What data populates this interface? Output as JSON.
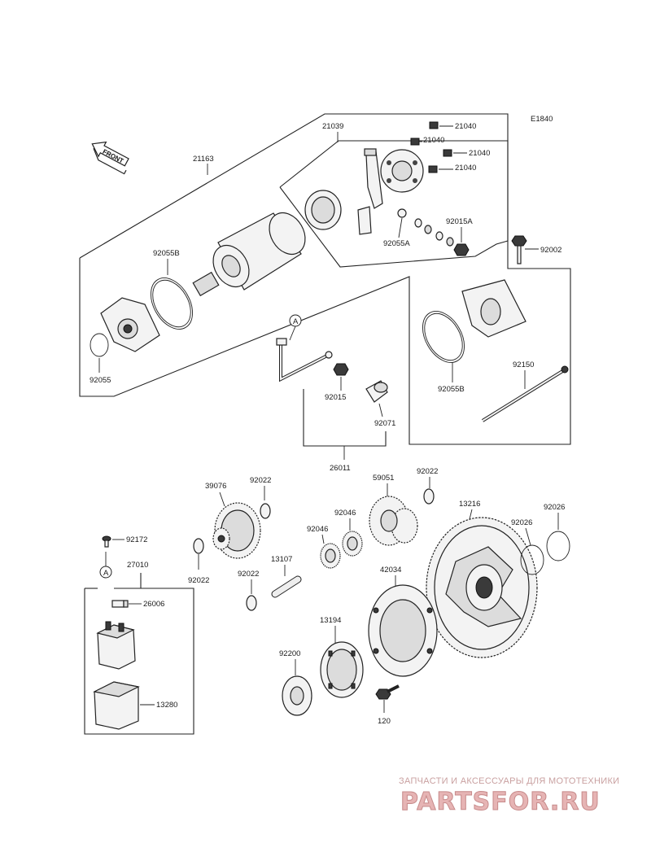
{
  "diagram_code": "E1840",
  "front_arrow": "FRONT",
  "labels": {
    "p21163": "21163",
    "p21039": "21039",
    "p21040a": "21040",
    "p21040b": "21040",
    "p21040c": "21040",
    "p21040d": "21040",
    "p92055b_top": "92055B",
    "p92055a": "92055A",
    "p92015a": "92015A",
    "p92002": "92002",
    "p92055": "92055",
    "p92015": "92015",
    "p92071": "92071",
    "p92150": "92150",
    "p92055b_right": "92055B",
    "p26011": "26011",
    "p39076": "39076",
    "p92022a": "92022",
    "p92022b": "92022",
    "p92022c": "92022",
    "p92022d": "92022",
    "p59051": "59051",
    "p13216": "13216",
    "p92026a": "92026",
    "p92026b": "92026",
    "p92046a": "92046",
    "p92046b": "92046",
    "p92172": "92172",
    "p27010": "27010",
    "p26006": "26006",
    "p13107": "13107",
    "p42034": "42034",
    "p13194": "13194",
    "p92200": "92200",
    "p120": "120",
    "p13280": "13280"
  },
  "ref_marks": {
    "a_top": "A",
    "a_bottom": "A"
  },
  "watermark": {
    "tagline": "ЗАПЧАСТИ И АКСЕССУАРЫ ДЛЯ МОТОТЕХНИКИ",
    "logo": "PARTSFOR.RU"
  }
}
